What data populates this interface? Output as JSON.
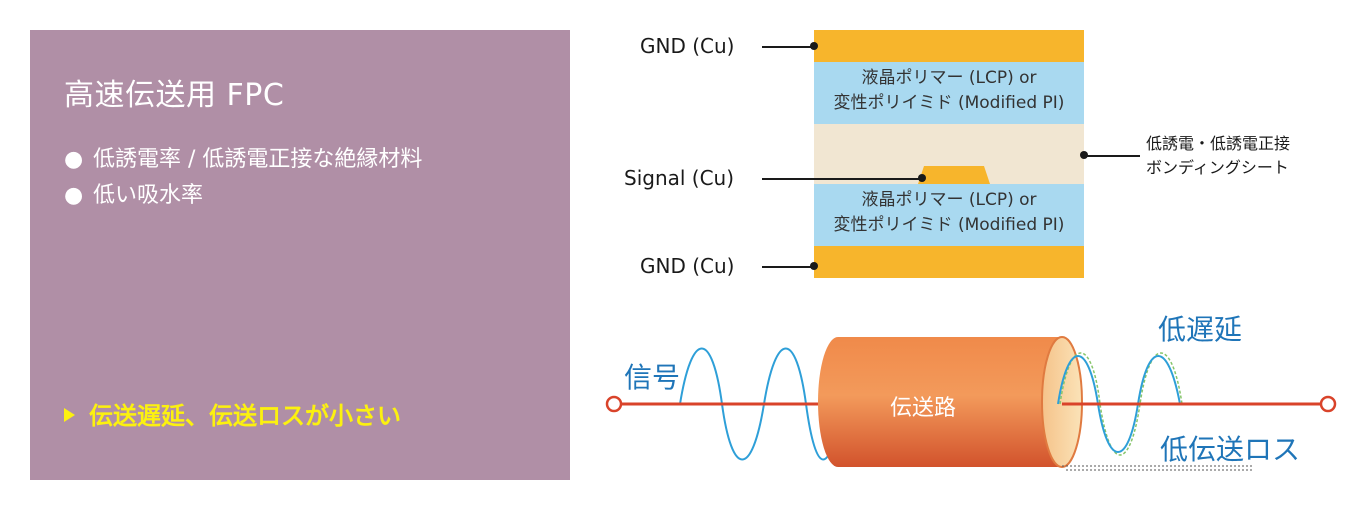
{
  "panel": {
    "title": "高速伝送用 FPC",
    "bullets": [
      {
        "dot": "●",
        "text": "低誘電率 / 低誘電正接な絶縁材料"
      },
      {
        "dot": "●",
        "text": "低い吸水率"
      }
    ],
    "highlight": "伝送遅延、伝送ロスが小さい"
  },
  "stack": {
    "gnd_top_label": "GND (Cu)",
    "signal_label": "Signal (Cu)",
    "gnd_bottom_label": "GND (Cu)",
    "upper_dielectric": [
      "液晶ポリマー (LCP) or",
      "変性ポリイミド (Modified PI)"
    ],
    "lower_dielectric": [
      "液晶ポリマー (LCP) or",
      "変性ポリイミド (Modified PI)"
    ],
    "bonding_label": [
      "低誘電・低誘電正接",
      "ボンディングシート"
    ]
  },
  "signal_diagram": {
    "input_label": "信号",
    "cable_label": "伝送路",
    "low_delay_label": "低遅延",
    "low_loss_label": "低伝送ロス"
  },
  "colors": {
    "panel_bg": "#b08fa6",
    "copper": "#f7b52c",
    "dielectric": "#a9d9f0",
    "bonding_sheet": "#f1e6d2",
    "signal_wave": "#2e9fd8",
    "wire": "#d9432a",
    "highlight_text": "#fcf10f",
    "accent_text": "#1f75b8"
  }
}
